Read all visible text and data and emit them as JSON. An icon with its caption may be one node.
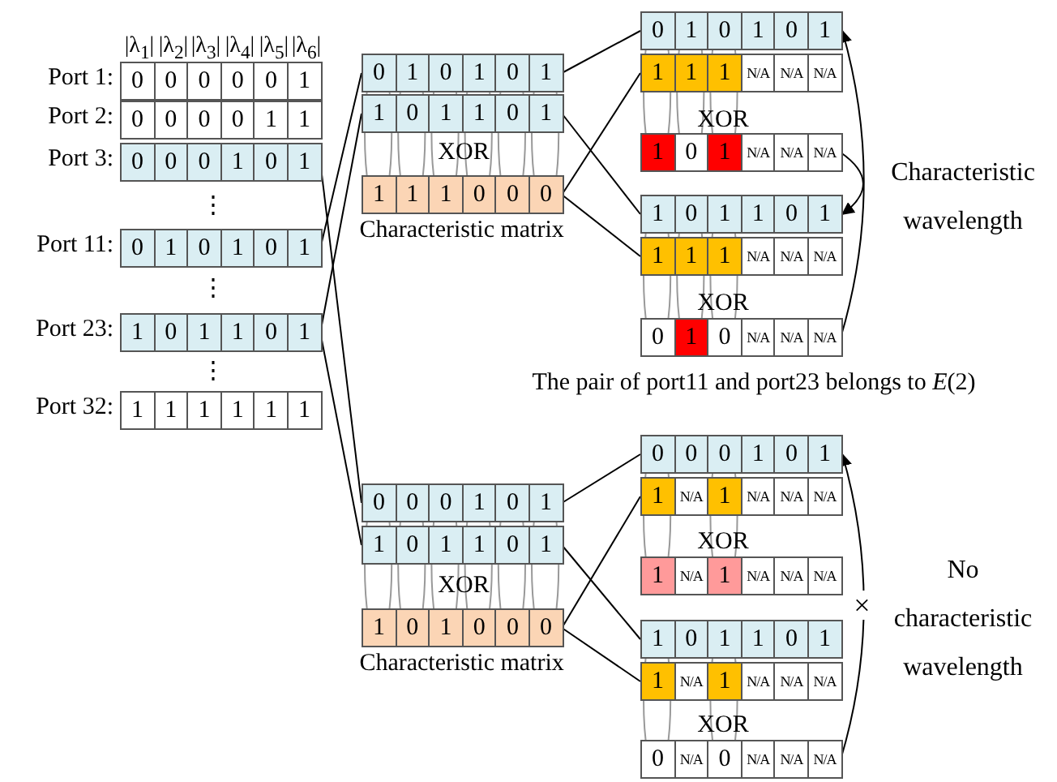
{
  "diagram": {
    "nodes": [
      {
        "text": [
          "Port 1:",
          "0",
          "0",
          "0",
          "0",
          "0",
          "1"
        ]
      },
      {
        "text": [
          "Port 2:",
          "0",
          "0",
          "0",
          "0",
          "1",
          "1"
        ]
      },
      {
        "text": [
          "Port 3:",
          "0",
          "0",
          "0",
          "1",
          "0",
          "1"
        ]
      },
      {
        "text": [
          "Port 11:",
          "0",
          "1",
          "0",
          "1",
          "0",
          "1"
        ]
      },
      {
        "text": [
          "Port 23:",
          "1",
          "0",
          "1",
          "1",
          "0",
          "1"
        ]
      },
      {
        "text": [
          "Port 32:",
          "1",
          "1",
          "1",
          "1",
          "1",
          "1"
        ]
      },
      {
        "text": [
          "0",
          "1",
          "0",
          "1",
          "0",
          "1"
        ]
      },
      {
        "text": [
          "1",
          "0",
          "1",
          "1",
          "0",
          "1"
        ]
      },
      {
        "text": [
          "1",
          "1",
          "1",
          "0",
          "0",
          "0"
        ],
        "beside": [
          "Characteristic matrix"
        ]
      },
      {
        "text": [
          "0",
          "0",
          "0",
          "1",
          "0",
          "1"
        ]
      },
      {
        "text": [
          "1",
          "0",
          "1",
          "1",
          "0",
          "1"
        ]
      },
      {
        "text": [
          "1",
          "0",
          "1",
          "0",
          "0",
          "0"
        ],
        "beside": [
          "Characteristic matrix"
        ]
      },
      {
        "text": [
          "0",
          "1",
          "0",
          "1",
          "0",
          "1"
        ]
      },
      {
        "text": [
          "1",
          "1",
          "1",
          "N/A",
          "N/A",
          "N/A"
        ]
      },
      {
        "text": [
          "1",
          "0",
          "1",
          "N/A",
          "N/A",
          "N/A"
        ]
      },
      {
        "text": [
          "1",
          "0",
          "1",
          "1",
          "0",
          "1"
        ]
      },
      {
        "text": [
          "1",
          "1",
          "1",
          "N/A",
          "N/A",
          "N/A"
        ]
      },
      {
        "text": [
          "0",
          "1",
          "0",
          "N/A",
          "N/A",
          "N/A"
        ]
      },
      {
        "text": [
          "0",
          "0",
          "0",
          "1",
          "0",
          "1"
        ]
      },
      {
        "text": [
          "1",
          "N/A",
          "1",
          "N/A",
          "N/A",
          "N/A"
        ]
      },
      {
        "text": [
          "1",
          "N/A",
          "1",
          "N/A",
          "N/A",
          "N/A"
        ]
      },
      {
        "text": [
          "1",
          "0",
          "1",
          "1",
          "0",
          "1"
        ]
      },
      {
        "text": [
          "1",
          "N/A",
          "1",
          "N/A",
          "N/A",
          "N/A"
        ]
      },
      {
        "text": [
          "0",
          "N/A",
          "0",
          "N/A",
          "N/A",
          "N/A"
        ]
      }
    ],
    "edges": [
      {
        "from": 3,
        "to": 6,
        "arrow": "none"
      },
      {
        "from": 4,
        "to": 7,
        "arrow": "none"
      },
      {
        "from": 2,
        "to": 9,
        "arrow": "none"
      },
      {
        "from": 4,
        "to": 10,
        "arrow": "none"
      },
      {
        "from": 6,
        "to": 12,
        "arrow": "none"
      },
      {
        "from": 7,
        "to": 15,
        "arrow": "none"
      },
      {
        "from": 8,
        "to": 13,
        "arrow": "none"
      },
      {
        "from": 8,
        "to": 16,
        "arrow": "none"
      },
      {
        "from": 9,
        "to": 18,
        "arrow": "none"
      },
      {
        "from": 10,
        "to": 21,
        "arrow": "none"
      },
      {
        "from": 11,
        "to": 19,
        "arrow": "none"
      },
      {
        "from": 11,
        "to": 22,
        "arrow": "none"
      },
      {
        "from": 14,
        "to": 15,
        "arrow": "to"
      },
      {
        "from": 17,
        "to": 12,
        "arrow": "to"
      },
      {
        "from": 23,
        "to": 18,
        "arrow": "to",
        "label": "×"
      }
    ],
    "labels": [
      "|λ$_{1}$|",
      "|λ$_{2}$|",
      "|λ$_{3}$|",
      "|λ$_{4}$|",
      "|λ$_{5}$|",
      "|λ$_{6}$|",
      "⋮",
      "XOR",
      "XOR",
      "Characteristic wavelength",
      "⋮",
      "XOR",
      "⋮",
      "The pair of port11 and port23 belongs to *E*(2)",
      "XOR",
      "XOR",
      "No characteristic wavelength",
      "XOR"
    ]
  }
}
